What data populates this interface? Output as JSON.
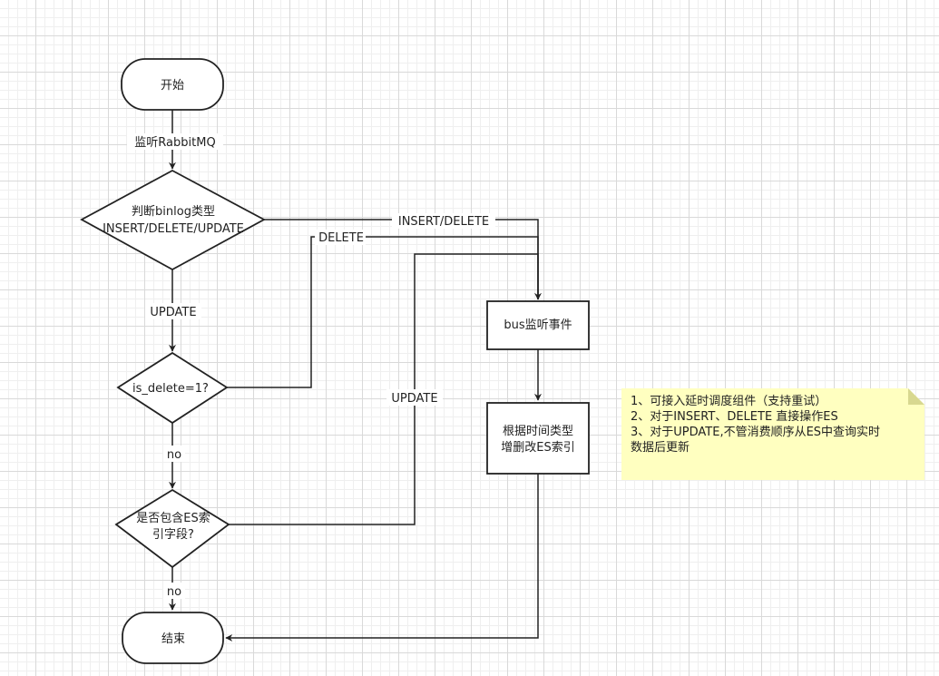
{
  "nodes": {
    "start": "开始",
    "judge_binlog": [
      "判断binlog类型",
      "INSERT/DELETE/UPDATE"
    ],
    "is_delete": "is_delete=1?",
    "contains_es_field": [
      "是否包含ES索",
      "引字段?"
    ],
    "end": "结束",
    "bus_event": "bus监听事件",
    "update_es_index": [
      "根据时间类型",
      "增删改ES索引"
    ]
  },
  "edges": {
    "listen_rabbitmq": "监听RabbitMQ",
    "update": "UPDATE",
    "no_1": "no",
    "no_2": "no",
    "insert_delete": "INSERT/DELETE",
    "delete": "DELETE",
    "update_right": "UPDATE"
  },
  "note": {
    "lines": [
      "1、可接入延时调度组件（支持重试）",
      "2、对于INSERT、DELETE 直接操作ES",
      "3、对于UPDATE,不管消费顺序从ES中查询实时",
      "数据后更新"
    ]
  },
  "colors": {
    "stroke": "#222222",
    "note_fill": "#ffffc0",
    "grid": "#d9d9d9"
  }
}
